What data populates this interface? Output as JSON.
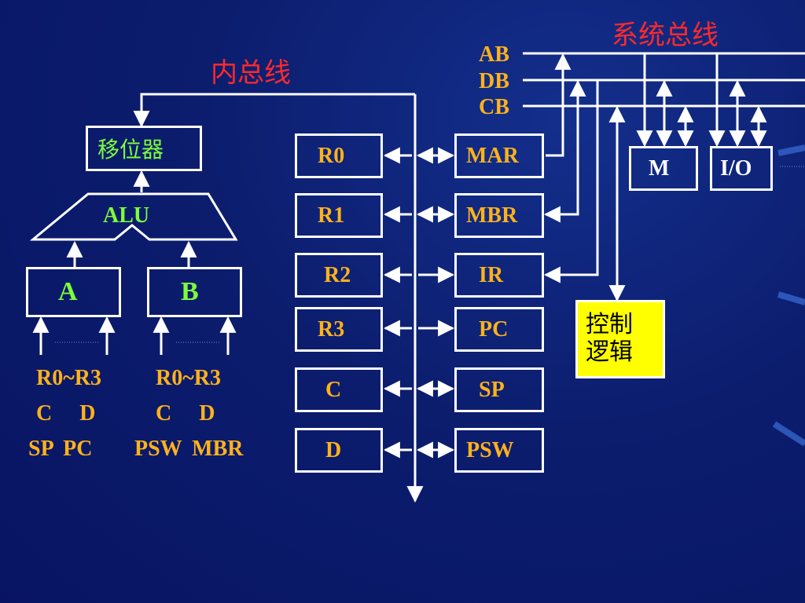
{
  "titles": {
    "internal_bus": "内总线",
    "system_bus": "系统总线"
  },
  "system_bus_lines": [
    "AB",
    "DB",
    "CB"
  ],
  "shifter": "移位器",
  "alu": "ALU",
  "latch_a": "A",
  "latch_b": "B",
  "inputs_a": [
    "R0~R3",
    "C D",
    "SP PC"
  ],
  "inputs_b": [
    "R0~R3",
    "C D",
    "PSW MBR"
  ],
  "registers_left": [
    "R0",
    "R1",
    "R2",
    "R3",
    "C",
    "D"
  ],
  "registers_right": [
    "MAR",
    "MBR",
    "IR",
    "PC",
    "SP",
    "PSW"
  ],
  "memory": "M",
  "io": "I/O",
  "control_logic": [
    "控制",
    "逻辑"
  ],
  "colors": {
    "background": "#0c1d6e",
    "label_orange": "#ffb21a",
    "label_green": "#7cff3a",
    "title_red": "#ff2a2a",
    "control_fill": "#ffff00"
  }
}
